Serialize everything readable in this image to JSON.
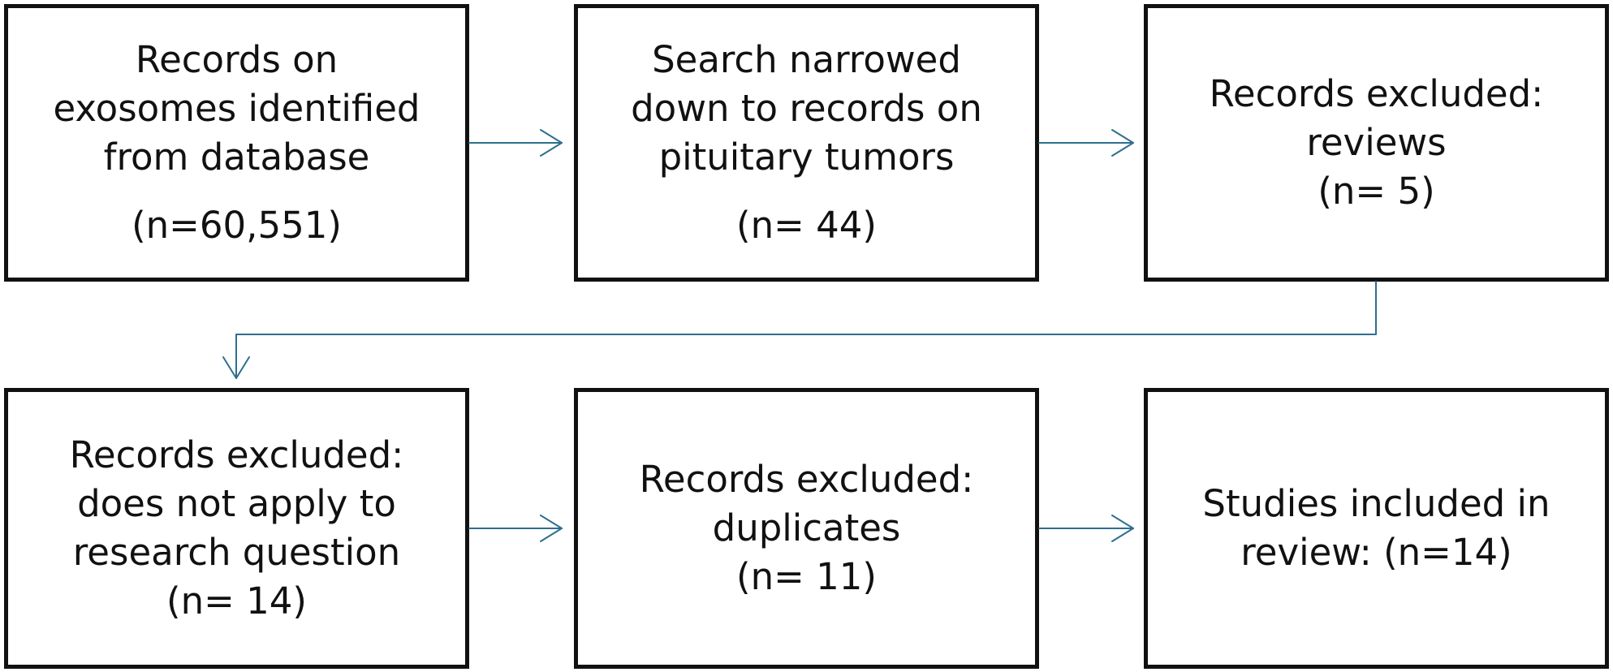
{
  "boxes": {
    "identified": {
      "lines": [
        "Records on",
        "exosomes identified",
        "from database"
      ],
      "count": "(n=60,551)"
    },
    "narrowed": {
      "lines": [
        "Search narrowed",
        "down to records on",
        "pituitary tumors"
      ],
      "count": "(n= 44)"
    },
    "excluded_reviews": {
      "lines": [
        "Records excluded:",
        "reviews",
        "(n= 5)"
      ]
    },
    "excluded_not_apply": {
      "lines": [
        "Records excluded:",
        "does not apply to",
        "research question",
        "(n= 14)"
      ]
    },
    "excluded_duplicates": {
      "lines": [
        "Records excluded:",
        "duplicates",
        "(n= 11)"
      ]
    },
    "included": {
      "lines": [
        "Studies included in",
        "review: (n=14)"
      ]
    }
  },
  "colors": {
    "box_border": "#111111",
    "arrow": "#2e6e8e",
    "text": "#111111"
  }
}
